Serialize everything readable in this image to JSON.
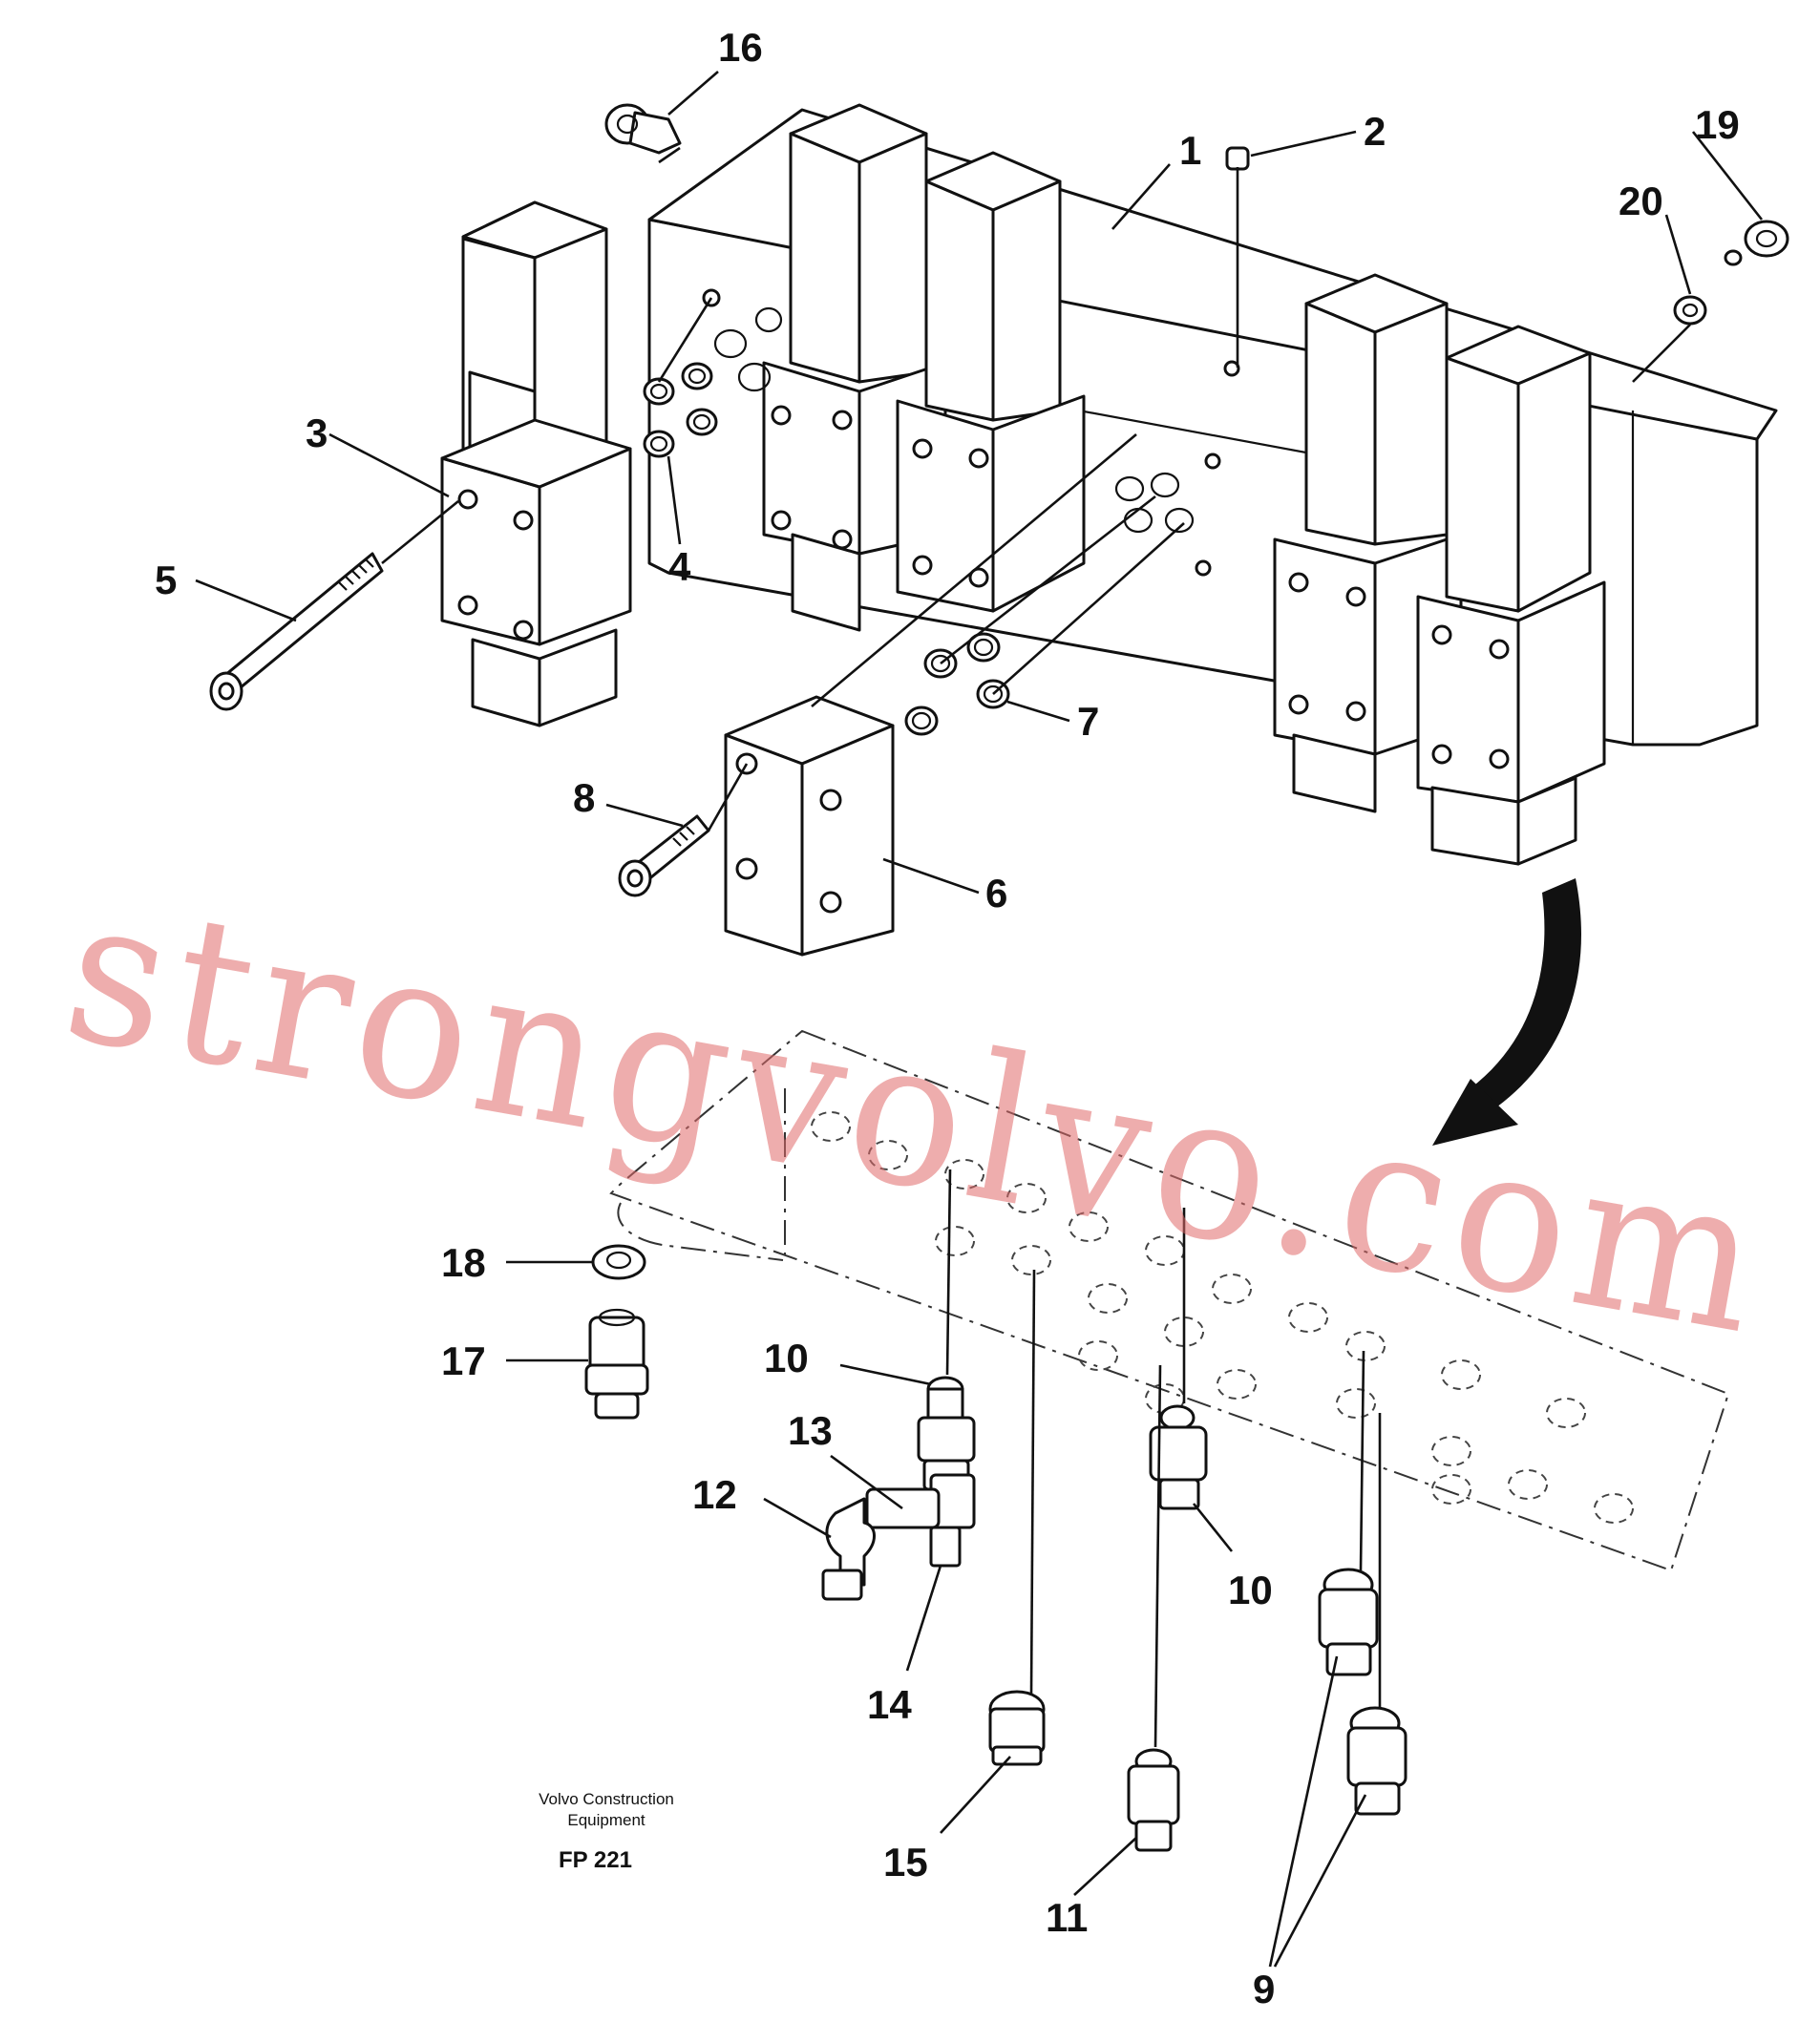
{
  "watermark": "strongvolvo.com",
  "footer": {
    "line1": "Volvo Construction",
    "line2": "Equipment",
    "code": "FP 221"
  },
  "callouts": [
    "1",
    "2",
    "3",
    "4",
    "5",
    "6",
    "7",
    "8",
    "9",
    "10",
    "10",
    "11",
    "12",
    "13",
    "14",
    "15",
    "16",
    "17",
    "18",
    "19",
    "20"
  ]
}
